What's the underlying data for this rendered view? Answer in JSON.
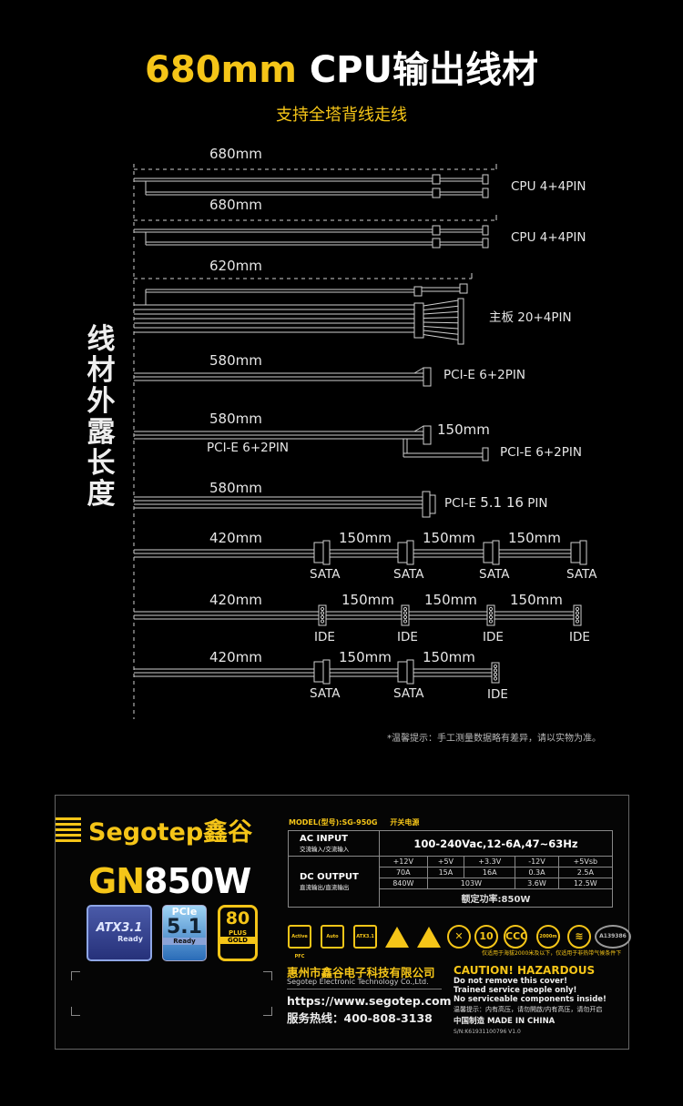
{
  "title": {
    "accent": "680mm",
    "rest": " CPU输出线材"
  },
  "subtitle": "支持全塔背线走线",
  "vertical_label": "线材外露长度",
  "cables": [
    {
      "length": "680mm",
      "connector": "CPU 4+4PIN"
    },
    {
      "length": "680mm",
      "connector": "CPU 4+4PIN"
    },
    {
      "length": "620mm",
      "connector": "主板 20+4PIN"
    },
    {
      "length": "580mm",
      "connector": "PCI-E 6+2PIN"
    },
    {
      "length": "580mm",
      "connector": "PCI-E 6+2PIN",
      "branch_length": "150mm",
      "branch_connector": "PCI-E 6+2PIN"
    },
    {
      "length": "580mm",
      "connector_prefix": "PCI-E ",
      "connector_mid": "5.1 16",
      "connector_suffix": " PIN"
    },
    {
      "length": "420mm",
      "segments": [
        "150mm",
        "150mm",
        "150mm"
      ],
      "connectors": [
        "SATA",
        "SATA",
        "SATA",
        "SATA"
      ]
    },
    {
      "length": "420mm",
      "segments": [
        "150mm",
        "150mm",
        "150mm"
      ],
      "connectors": [
        "IDE",
        "IDE",
        "IDE",
        "IDE"
      ]
    },
    {
      "length": "420mm",
      "segments": [
        "150mm",
        "150mm"
      ],
      "connectors": [
        "SATA",
        "SATA",
        "IDE"
      ]
    }
  ],
  "note": "*温馨提示：手工测量数据略有差异，请以实物为准。",
  "label": {
    "brand": "Segotep鑫谷",
    "model_accent": "GN",
    "model_rest": "850W",
    "badges": {
      "atx": "ATX3.1",
      "atx_sub": "Ready",
      "pcie": "PCIe",
      "pcie_ver": "5.1",
      "pcie_sub": "Ready",
      "plus_num": "80",
      "plus": "PLUS",
      "gold": "GOLD"
    },
    "model_line": "MODEL(型号):SG-950G",
    "type": "开关电源",
    "ac_input": "AC INPUT",
    "ac_input_cn": "交流输入/交流输入",
    "ac_value": "100-240Vac,12-6A,47~63Hz",
    "dc_output": "DC OUTPUT",
    "dc_output_cn": "直流输出/直流输出",
    "rails": [
      "+12V",
      "+5V",
      "+3.3V",
      "-12V",
      "+5Vsb"
    ],
    "amps": [
      "70A",
      "15A",
      "16A",
      "0.3A",
      "2.5A"
    ],
    "watts": {
      "v12": "840W",
      "v5_33": "103W",
      "vn12": "3.6W",
      "vsb": "12.5W"
    },
    "rated": "额定功率:850W",
    "icons": [
      "Active PFC",
      "Auto",
      "ATX3.1",
      "!",
      "⚡",
      "✕",
      "10",
      "CCC",
      "2000m",
      "≋",
      "A139386"
    ],
    "altitude_note": "仅适用于海拔2000米及以下，仅适用于非热带气候条件下",
    "company_cn": "惠州市鑫谷电子科技有限公司",
    "company_en": "Segotep Electronic Technology Co.,Ltd.",
    "url": "https://www.segotep.com",
    "hotline": "服务热线：400-808-3138",
    "caution": "CAUTION! HAZARDOUS",
    "warn1": "Do not remove this cover!",
    "warn2": "Trained service people only!",
    "warn3": "No serviceable components inside!",
    "warn_cn": "温馨提示：内有高压，请勿開啟/内有高压，请勿开启",
    "made": "中国制造 MADE IN CHINA",
    "sn": "S/N:K61931100796 V1.0"
  },
  "colors": {
    "accent": "#f5c518",
    "cable": "#cfcfcf"
  }
}
